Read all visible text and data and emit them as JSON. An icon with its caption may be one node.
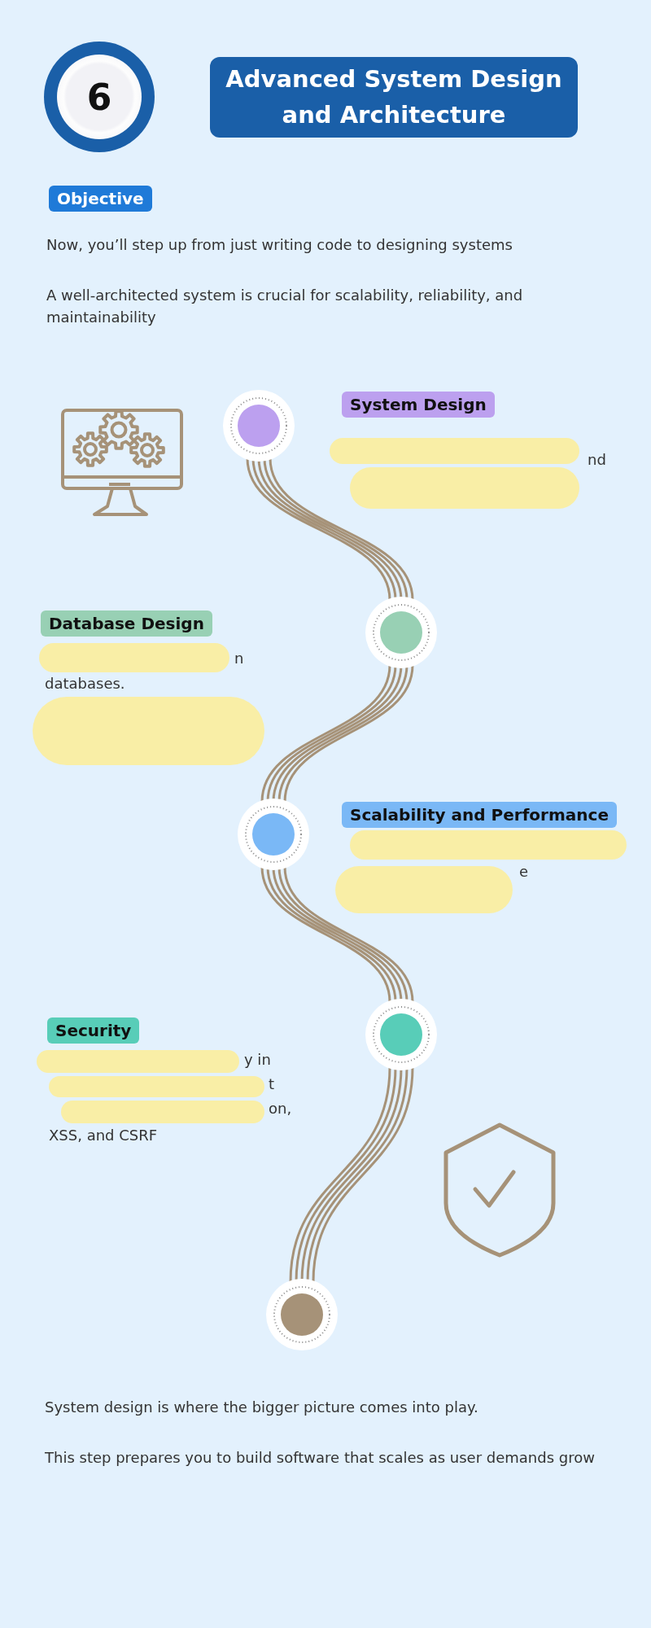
{
  "diagram": {
    "title": "Advanced System Design and Architecture",
    "nodes": [
      {
        "text": [
          "6"
        ]
      },
      {
        "text": [
          "Objective"
        ]
      },
      {
        "text": [],
        "shape": "circle"
      },
      {
        "text": [
          "System Design"
        ]
      },
      {
        "text": [],
        "shape": "circle"
      },
      {
        "text": [
          "Database Design"
        ]
      },
      {
        "text": [],
        "shape": "circle"
      },
      {
        "text": [
          "Scalability and Performance"
        ]
      },
      {
        "text": [],
        "shape": "circle"
      },
      {
        "text": [
          "Security"
        ]
      },
      {
        "text": [],
        "shape": "circle"
      }
    ],
    "edges": [
      {
        "from": 2,
        "to": 4,
        "arrow": "none"
      },
      {
        "from": 4,
        "to": 6,
        "arrow": "none"
      },
      {
        "from": 6,
        "to": 8,
        "arrow": "none"
      },
      {
        "from": 8,
        "to": 10,
        "arrow": "none"
      }
    ],
    "labels": [
      "Now, you’ll step up from just writing code to designing systems",
      "A well-architected system is crucial for scalability, reliability, and maintainability",
      "nd",
      "n",
      "databases.",
      "e",
      "y in",
      "t",
      "on,",
      "XSS, and CSRF",
      "System design is where the bigger picture comes into play.",
      "This step prepares you to build software that scales as user demands grow"
    ]
  }
}
